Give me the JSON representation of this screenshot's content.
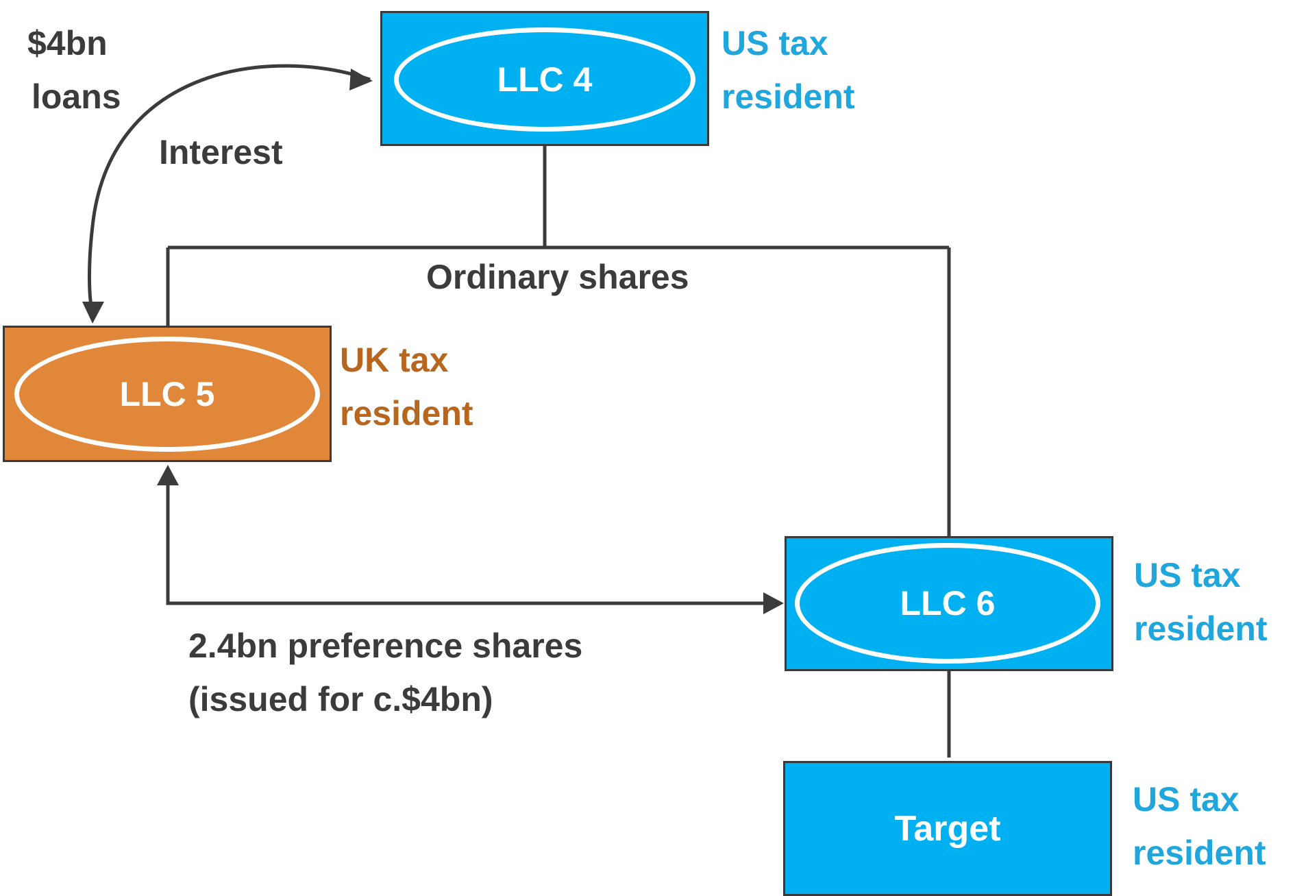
{
  "colors": {
    "blue_fill": "#00b0f0",
    "orange_fill": "#e0873a",
    "us_text": "#1ea6dd",
    "uk_text": "#b8651e",
    "line": "#3b3b3b"
  },
  "entities": {
    "llc4": {
      "name": "LLC 4",
      "tax_line1": "US tax",
      "tax_line2": "resident"
    },
    "llc5": {
      "name": "LLC 5",
      "tax_line1": "UK tax",
      "tax_line2": "resident"
    },
    "llc6": {
      "name": "LLC 6",
      "tax_line1": "US tax",
      "tax_line2": "resident"
    },
    "target": {
      "name": "Target",
      "tax_line1": "US tax",
      "tax_line2": "resident"
    }
  },
  "relationships": {
    "loans_line1": "$4bn",
    "loans_line2": "loans",
    "interest": "Interest",
    "ordinary_shares": "Ordinary shares",
    "preference_line1": "2.4bn preference shares",
    "preference_line2": "(issued for c.$4bn)"
  }
}
